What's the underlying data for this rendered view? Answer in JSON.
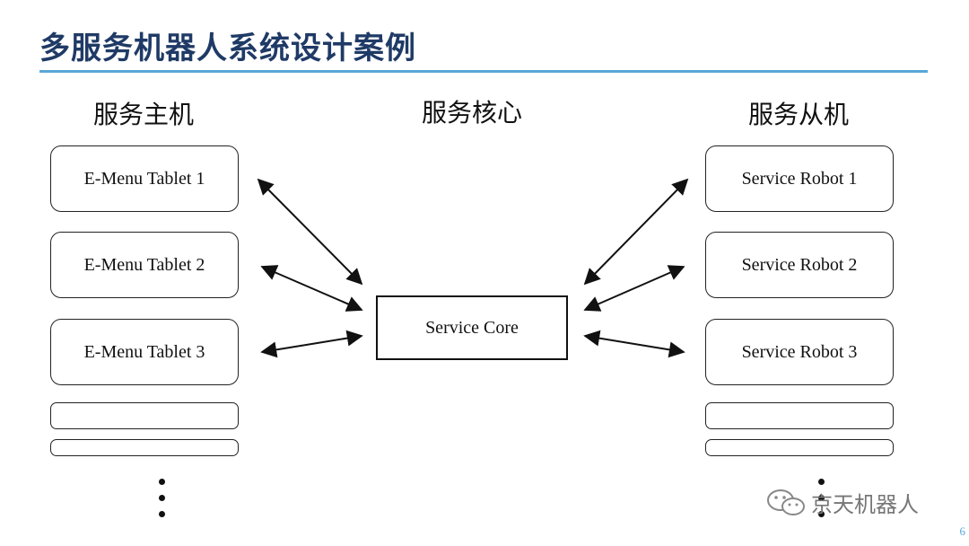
{
  "title": "多服务机器人系统设计案例",
  "columns": {
    "left": "服务主机",
    "center": "服务核心",
    "right": "服务从机"
  },
  "left_boxes": [
    "E-Menu Tablet 1",
    "E-Menu Tablet 2",
    "E-Menu Tablet 3"
  ],
  "core_label": "Service Core",
  "right_boxes": [
    "Service Robot 1",
    "Service Robot 2",
    "Service Robot 3"
  ],
  "watermark": "京天机器人",
  "page_number": "6",
  "colors": {
    "title": "#1f3a66",
    "rule": "#5aa7d9"
  }
}
